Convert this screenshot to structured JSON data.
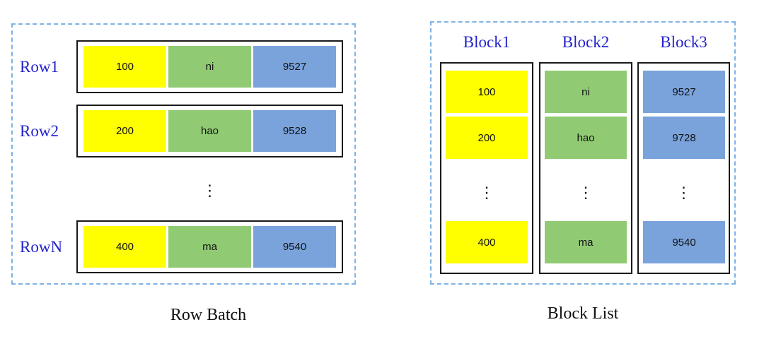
{
  "colors": {
    "field1": "#FFFF00",
    "field2": "#90CB74",
    "field3": "#7AA3DC",
    "label_blue": "#2222CC",
    "dashed_border": "#7FB2E5",
    "box_border": "#1a1a1a"
  },
  "row_batch": {
    "caption": "Row Batch",
    "ellipsis": "⋮",
    "rows": [
      {
        "label": "Row1",
        "cells": [
          "100",
          "ni",
          "9527"
        ]
      },
      {
        "label": "Row2",
        "cells": [
          "200",
          "hao",
          "9528"
        ]
      },
      {
        "label": "RowN",
        "cells": [
          "400",
          "ma",
          "9540"
        ]
      }
    ]
  },
  "block_list": {
    "caption": "Block List",
    "ellipsis": "⋮",
    "blocks": [
      {
        "label": "Block1",
        "cells": [
          "100",
          "200",
          "400"
        ]
      },
      {
        "label": "Block2",
        "cells": [
          "ni",
          "hao",
          "ma"
        ]
      },
      {
        "label": "Block3",
        "cells": [
          "9527",
          "9728",
          "9540"
        ]
      }
    ]
  }
}
